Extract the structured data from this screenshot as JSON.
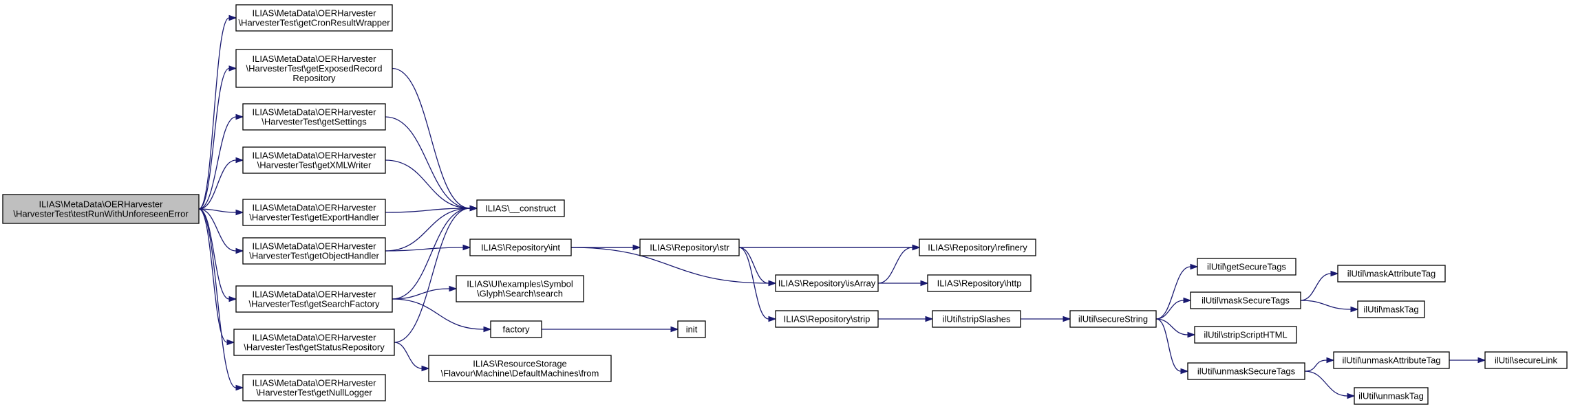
{
  "graph": {
    "nodes": [
      {
        "id": "root",
        "label": [
          "ILIAS\\MetaData\\OERHarvester",
          "\\HarvesterTest\\testRunWithUnforeseenError"
        ],
        "root": true,
        "interactable": true
      },
      {
        "id": "getCronResultWrapper",
        "label": [
          "ILIAS\\MetaData\\OERHarvester",
          "\\HarvesterTest\\getCronResultWrapper"
        ]
      },
      {
        "id": "getExposedRecordRepository",
        "label": [
          "ILIAS\\MetaData\\OERHarvester",
          "\\HarvesterTest\\getExposedRecord",
          "Repository"
        ]
      },
      {
        "id": "getSettings",
        "label": [
          "ILIAS\\MetaData\\OERHarvester",
          "\\HarvesterTest\\getSettings"
        ]
      },
      {
        "id": "getXMLWriter",
        "label": [
          "ILIAS\\MetaData\\OERHarvester",
          "\\HarvesterTest\\getXMLWriter"
        ]
      },
      {
        "id": "getExportHandler",
        "label": [
          "ILIAS\\MetaData\\OERHarvester",
          "\\HarvesterTest\\getExportHandler"
        ]
      },
      {
        "id": "getObjectHandler",
        "label": [
          "ILIAS\\MetaData\\OERHarvester",
          "\\HarvesterTest\\getObjectHandler"
        ]
      },
      {
        "id": "getSearchFactory",
        "label": [
          "ILIAS\\MetaData\\OERHarvester",
          "\\HarvesterTest\\getSearchFactory"
        ]
      },
      {
        "id": "getStatusRepository",
        "label": [
          "ILIAS\\MetaData\\OERHarvester",
          "\\HarvesterTest\\getStatusRepository"
        ]
      },
      {
        "id": "getNullLogger",
        "label": [
          "ILIAS\\MetaData\\OERHarvester",
          "\\HarvesterTest\\getNullLogger"
        ]
      },
      {
        "id": "construct",
        "label": [
          "ILIAS\\__construct"
        ]
      },
      {
        "id": "repoInt",
        "label": [
          "ILIAS\\Repository\\int"
        ]
      },
      {
        "id": "glyphSearch",
        "label": [
          "ILIAS\\UI\\examples\\Symbol",
          "\\Glyph\\Search\\search"
        ]
      },
      {
        "id": "factory",
        "label": [
          "factory"
        ]
      },
      {
        "id": "defaultMachines",
        "label": [
          "ILIAS\\ResourceStorage",
          "\\Flavour\\Machine\\DefaultMachines\\from"
        ]
      },
      {
        "id": "repoStr",
        "label": [
          "ILIAS\\Repository\\str"
        ]
      },
      {
        "id": "init",
        "label": [
          "init"
        ]
      },
      {
        "id": "refinery",
        "label": [
          "ILIAS\\Repository\\refinery"
        ]
      },
      {
        "id": "isArray",
        "label": [
          "ILIAS\\Repository\\isArray"
        ]
      },
      {
        "id": "http",
        "label": [
          "ILIAS\\Repository\\http"
        ]
      },
      {
        "id": "strip",
        "label": [
          "ILIAS\\Repository\\strip"
        ]
      },
      {
        "id": "stripSlashes",
        "label": [
          "ilUtil\\stripSlashes"
        ]
      },
      {
        "id": "secureString",
        "label": [
          "ilUtil\\secureString"
        ]
      },
      {
        "id": "getSecureTags",
        "label": [
          "ilUtil\\getSecureTags"
        ]
      },
      {
        "id": "maskSecureTags",
        "label": [
          "ilUtil\\maskSecureTags"
        ]
      },
      {
        "id": "stripScriptHTML",
        "label": [
          "ilUtil\\stripScriptHTML"
        ]
      },
      {
        "id": "unmaskSecureTags",
        "label": [
          "ilUtil\\unmaskSecureTags"
        ]
      },
      {
        "id": "maskAttributeTag",
        "label": [
          "ilUtil\\maskAttributeTag"
        ]
      },
      {
        "id": "maskTag",
        "label": [
          "ilUtil\\maskTag"
        ]
      },
      {
        "id": "unmaskAttributeTag",
        "label": [
          "ilUtil\\unmaskAttributeTag"
        ]
      },
      {
        "id": "unmaskTag",
        "label": [
          "ilUtil\\unmaskTag"
        ]
      },
      {
        "id": "secureLink",
        "label": [
          "ilUtil\\secureLink"
        ]
      }
    ],
    "edges": [
      {
        "from": "root",
        "to": "getCronResultWrapper"
      },
      {
        "from": "root",
        "to": "getExposedRecordRepository"
      },
      {
        "from": "root",
        "to": "getSettings"
      },
      {
        "from": "root",
        "to": "getXMLWriter"
      },
      {
        "from": "root",
        "to": "getExportHandler"
      },
      {
        "from": "root",
        "to": "getObjectHandler"
      },
      {
        "from": "root",
        "to": "getSearchFactory"
      },
      {
        "from": "root",
        "to": "getStatusRepository"
      },
      {
        "from": "root",
        "to": "getNullLogger"
      },
      {
        "from": "getExposedRecordRepository",
        "to": "construct"
      },
      {
        "from": "getSettings",
        "to": "construct"
      },
      {
        "from": "getXMLWriter",
        "to": "construct"
      },
      {
        "from": "getExportHandler",
        "to": "construct"
      },
      {
        "from": "getObjectHandler",
        "to": "construct"
      },
      {
        "from": "getSearchFactory",
        "to": "construct"
      },
      {
        "from": "getStatusRepository",
        "to": "construct"
      },
      {
        "from": "getObjectHandler",
        "to": "repoInt"
      },
      {
        "from": "getSearchFactory",
        "to": "glyphSearch"
      },
      {
        "from": "getSearchFactory",
        "to": "factory"
      },
      {
        "from": "getStatusRepository",
        "to": "defaultMachines"
      },
      {
        "from": "repoInt",
        "to": "repoStr"
      },
      {
        "from": "repoInt",
        "to": "refinery"
      },
      {
        "from": "repoInt",
        "to": "isArray"
      },
      {
        "from": "factory",
        "to": "init"
      },
      {
        "from": "repoStr",
        "to": "refinery"
      },
      {
        "from": "repoStr",
        "to": "isArray"
      },
      {
        "from": "repoStr",
        "to": "strip"
      },
      {
        "from": "isArray",
        "to": "refinery"
      },
      {
        "from": "isArray",
        "to": "http"
      },
      {
        "from": "strip",
        "to": "stripSlashes"
      },
      {
        "from": "stripSlashes",
        "to": "secureString"
      },
      {
        "from": "secureString",
        "to": "getSecureTags"
      },
      {
        "from": "secureString",
        "to": "maskSecureTags"
      },
      {
        "from": "secureString",
        "to": "stripScriptHTML"
      },
      {
        "from": "secureString",
        "to": "unmaskSecureTags"
      },
      {
        "from": "maskSecureTags",
        "to": "maskAttributeTag"
      },
      {
        "from": "maskSecureTags",
        "to": "maskTag"
      },
      {
        "from": "unmaskSecureTags",
        "to": "unmaskAttributeTag"
      },
      {
        "from": "unmaskSecureTags",
        "to": "unmaskTag"
      },
      {
        "from": "unmaskAttributeTag",
        "to": "secureLink"
      }
    ]
  }
}
